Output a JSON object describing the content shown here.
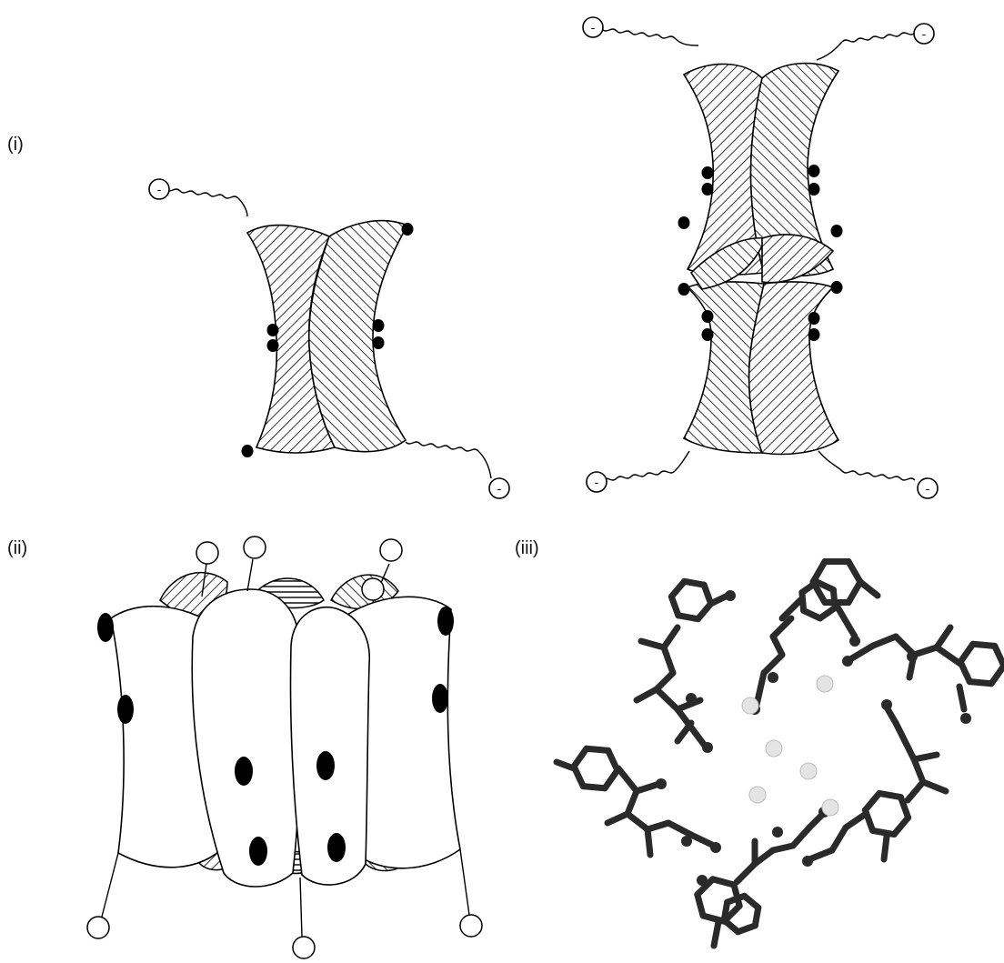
{
  "panels": {
    "panel_i": {
      "label": "(i)",
      "charge_symbol": "-"
    },
    "panel_ii": {
      "label": "(ii)"
    },
    "panel_iii": {
      "label": "(iii)"
    }
  },
  "colors": {
    "ink": "#000000",
    "paper": "#ffffff",
    "molecule_stick": "#2a2a2a",
    "ion_sphere": "#e4e4e4"
  },
  "legend": []
}
